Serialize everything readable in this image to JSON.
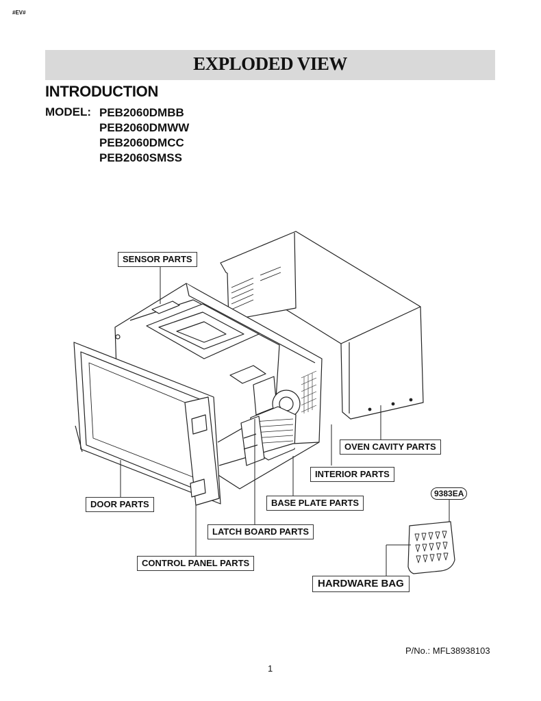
{
  "header": {
    "corner_tag": "#EV#",
    "title": "EXPLODED VIEW"
  },
  "intro": {
    "heading": "INTRODUCTION",
    "model_label": "MODEL:",
    "models": [
      "PEB2060DMBB",
      "PEB2060DMWW",
      "PEB2060DMCC",
      "PEB2060SMSS"
    ]
  },
  "diagram": {
    "labels": {
      "sensor": "SENSOR PARTS",
      "oven_cavity": "OVEN CAVITY PARTS",
      "interior": "INTERIOR PARTS",
      "door": "DOOR PARTS",
      "base_plate": "BASE PLATE PARTS",
      "latch_board": "LATCH BOARD PARTS",
      "control_panel": "CONTROL PANEL PARTS",
      "hardware_bag": "HARDWARE BAG",
      "hardware_code": "9383EA"
    }
  },
  "footer": {
    "part_number": "P/No.: MFL38938103",
    "page_number": "1"
  }
}
